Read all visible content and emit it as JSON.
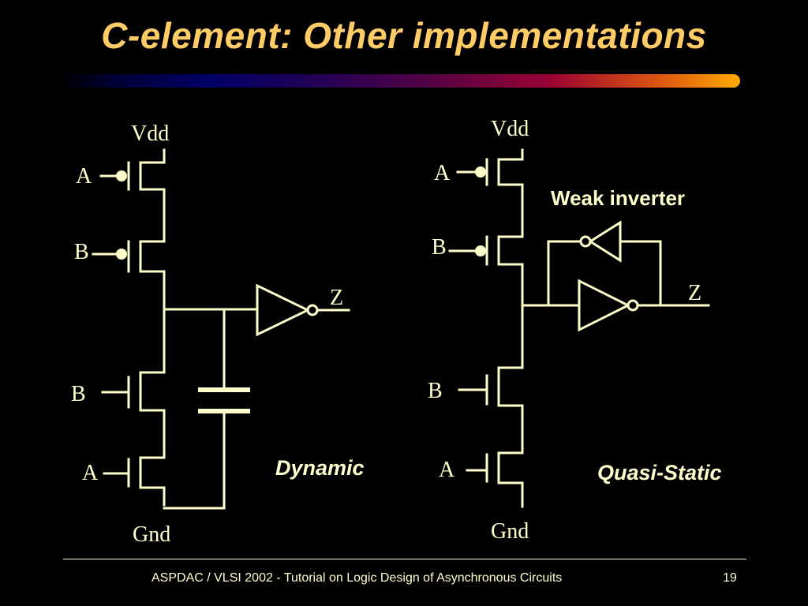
{
  "title": "C-element: Other implementations",
  "left_circuit": {
    "vdd": "Vdd",
    "gnd": "Gnd",
    "input_a_top": "A",
    "input_b_top": "B",
    "input_b_bottom": "B",
    "input_a_bottom": "A",
    "output": "Z",
    "caption": "Dynamic"
  },
  "right_circuit": {
    "vdd": "Vdd",
    "gnd": "Gnd",
    "input_a_top": "A",
    "input_b_top": "B",
    "input_b_bottom": "B",
    "input_a_bottom": "A",
    "output": "Z",
    "keeper_label": "Weak inverter",
    "caption": "Quasi-Static"
  },
  "footer": {
    "text": "ASPDAC / VLSI 2002 - Tutorial on Logic Design of Asynchronous Circuits",
    "page": "19"
  },
  "colors": {
    "background": "#000000",
    "title": "#ffcc66",
    "wire": "#ffffcc"
  }
}
